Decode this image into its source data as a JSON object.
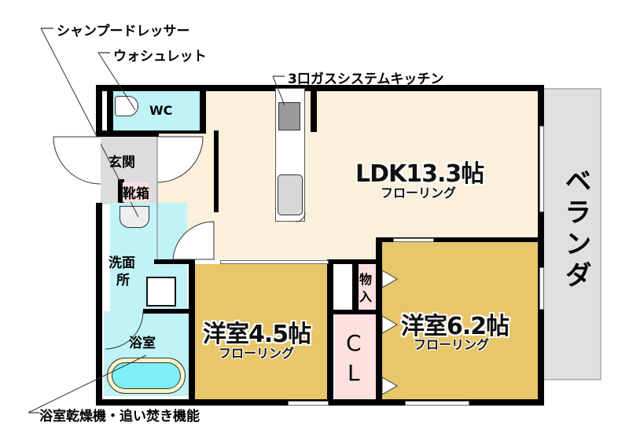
{
  "annotations": {
    "shampoo_dresser": "シャンプードレッサー",
    "washlet": "ウォシュレット",
    "kitchen": "3口ガスシステムキッチン",
    "bath_features": "浴室乾燥機・追い焚き機能"
  },
  "rooms": {
    "ldk": {
      "title": "LDK13.3帖",
      "floor": "フローリング"
    },
    "western_45": {
      "title": "洋室4.5帖",
      "floor": "フローリング"
    },
    "western_62": {
      "title": "洋室6.2帖",
      "floor": "フローリング"
    },
    "wc": {
      "label": "WC"
    },
    "entrance": {
      "label": "玄関"
    },
    "shoe_box": {
      "label": "靴箱"
    },
    "washroom": {
      "line1": "洗面",
      "line2": "所"
    },
    "bathroom": {
      "label": "浴室"
    },
    "storage": {
      "line1": "物",
      "line2": "入"
    },
    "closet": {
      "line1": "C",
      "line2": "L"
    },
    "veranda": {
      "label": "ベランダ"
    }
  },
  "colors": {
    "ldk": "#faf0dc",
    "western": "#e8c66a",
    "water": "#bff3f8",
    "entrance": "#dcdcdc",
    "closet": "#fde0e0",
    "veranda": "#e0e0e0",
    "wall": "#000000"
  }
}
